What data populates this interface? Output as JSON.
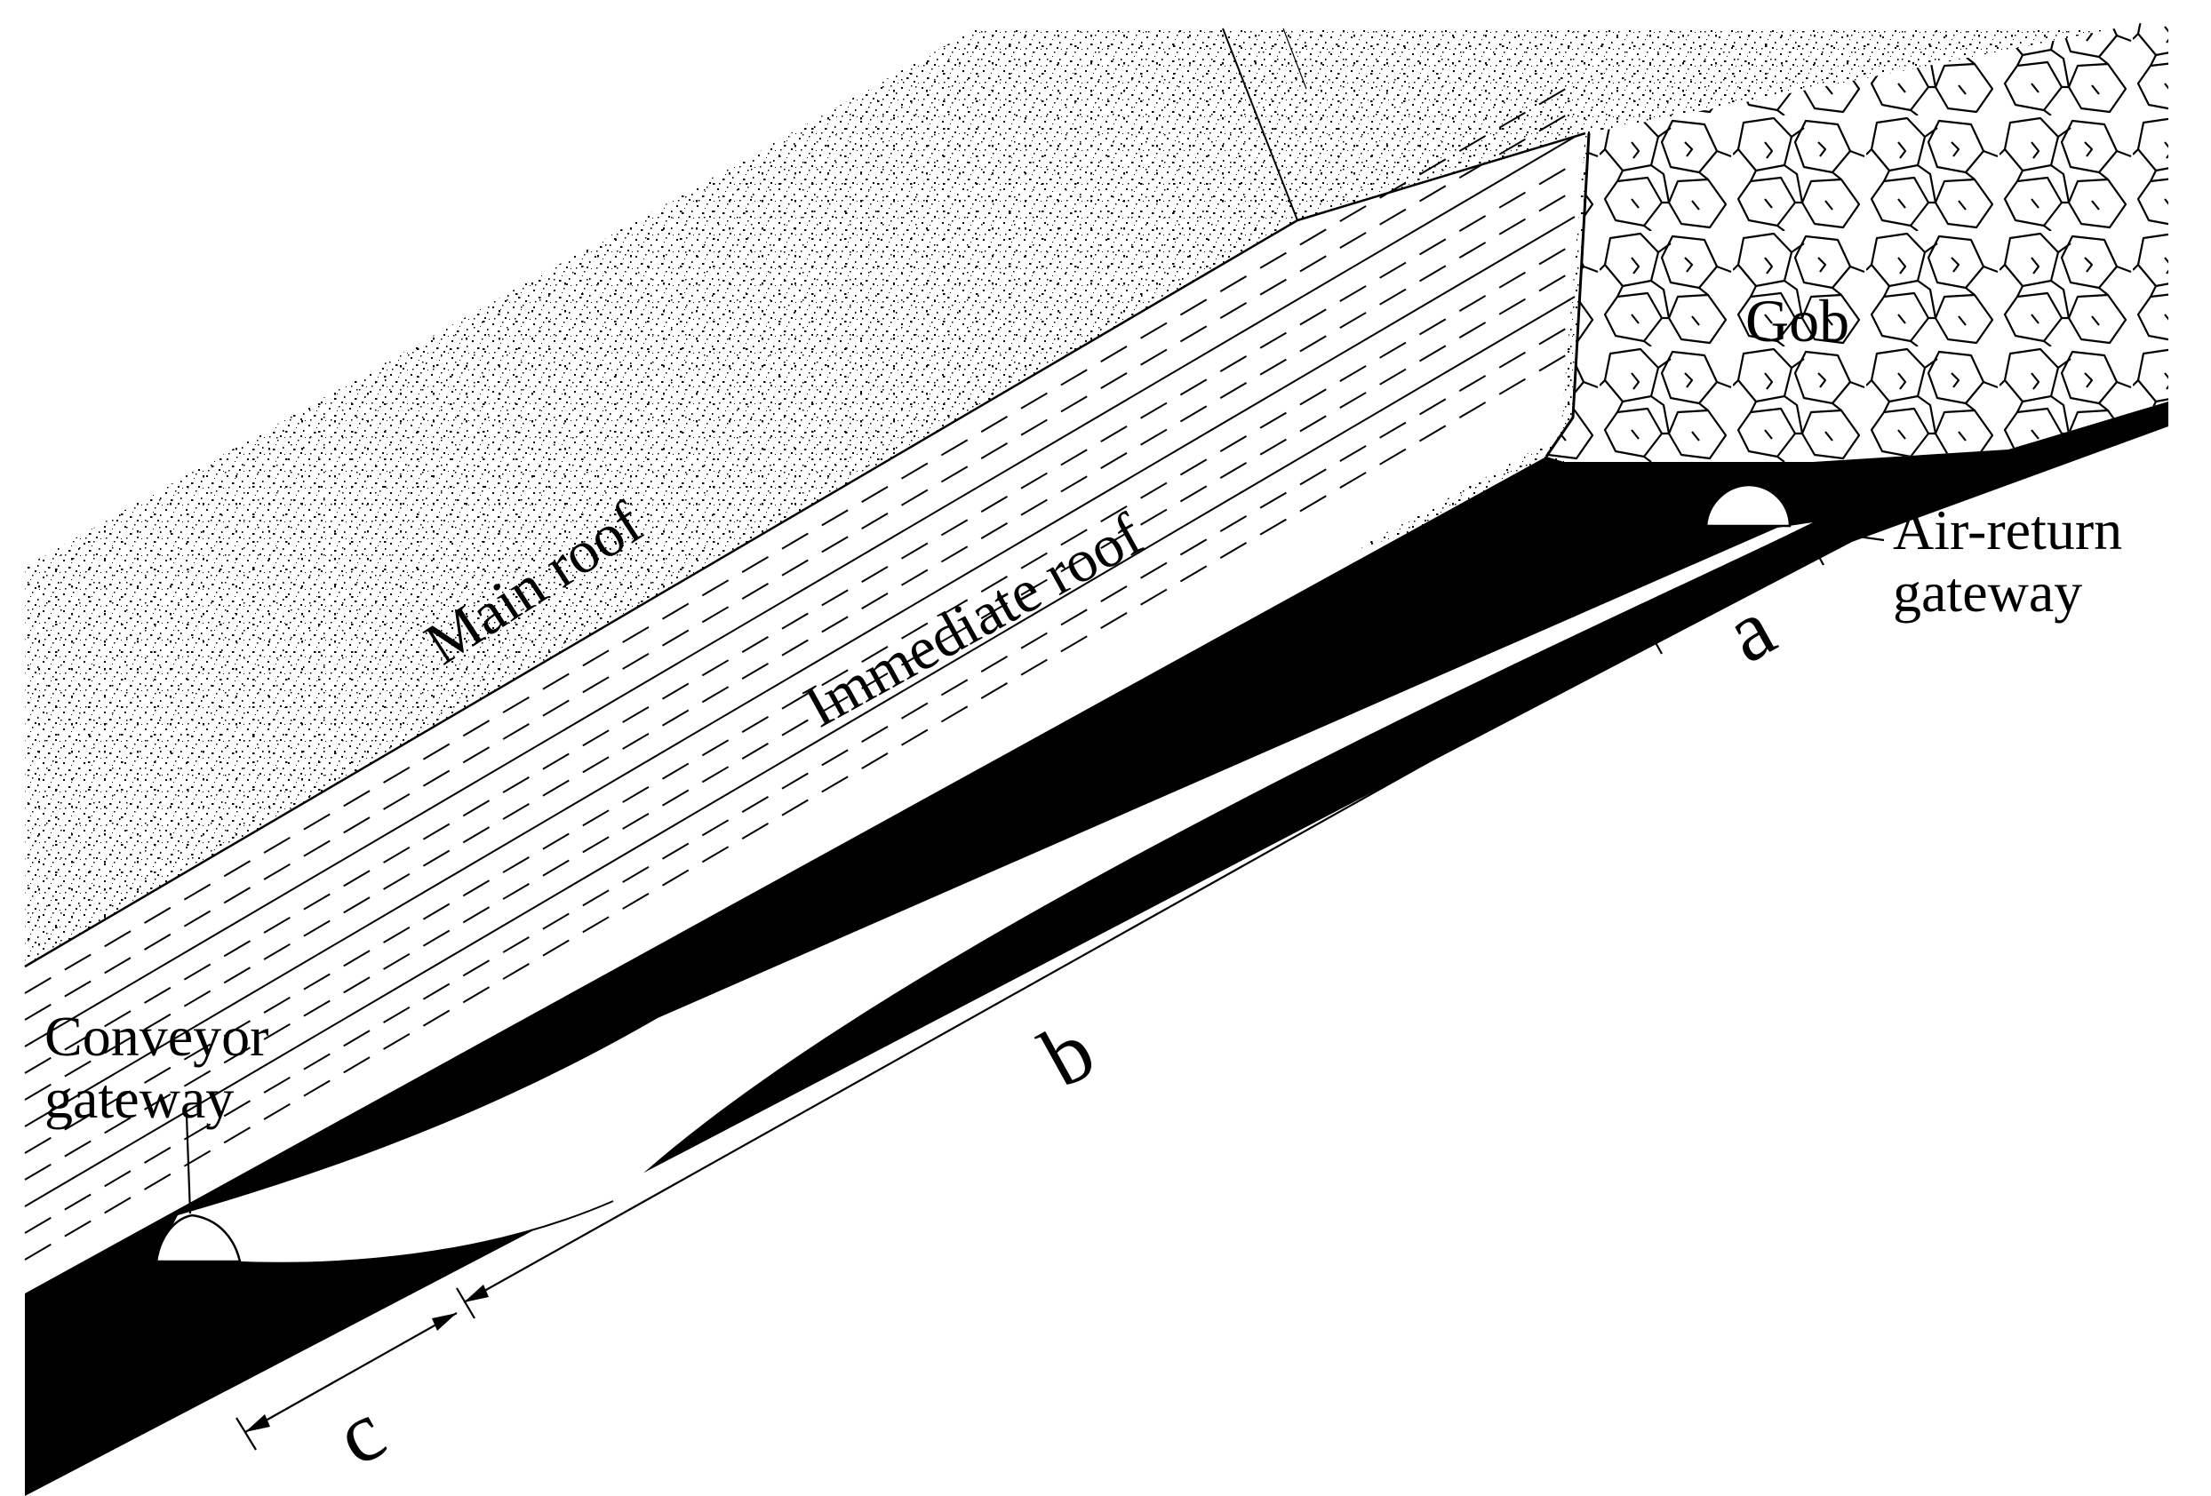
{
  "labels": {
    "main_roof": "Main roof",
    "immediate_roof": "Immediate roof",
    "gob": "Gob",
    "air_return_line1": "Air-return",
    "air_return_line2": "gateway",
    "conveyor_line1": "Conveyor",
    "conveyor_line2": "gateway",
    "dim_a": "a",
    "dim_b": "b",
    "dim_c": "c"
  },
  "colors": {
    "ink": "#000000",
    "paper": "#ffffff"
  }
}
